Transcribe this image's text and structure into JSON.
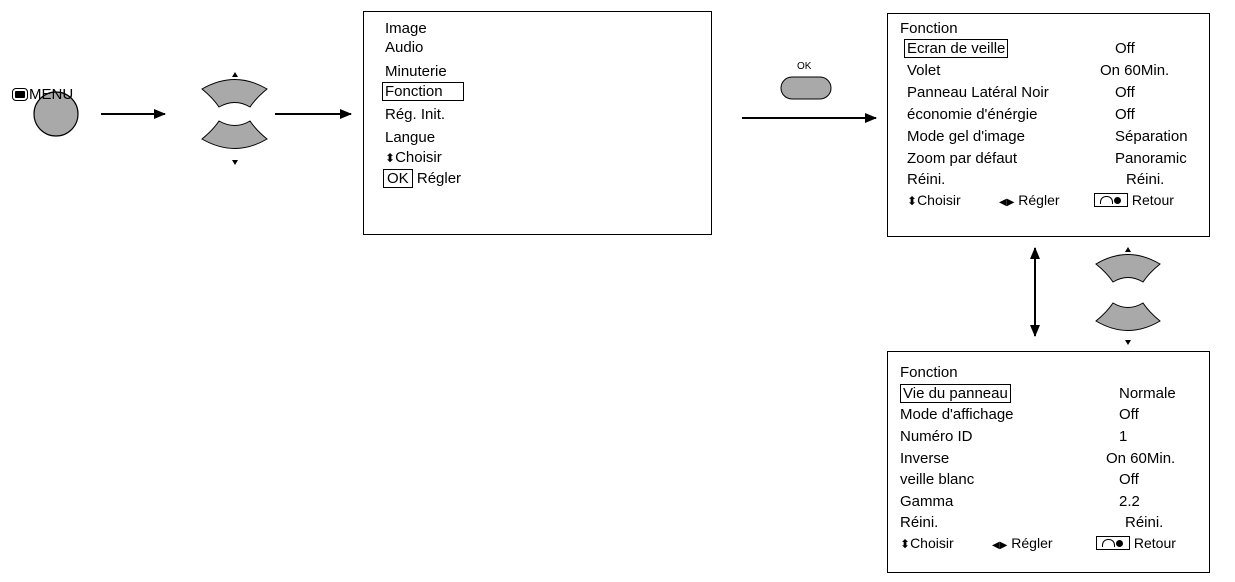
{
  "remote": {
    "menu_label": "MENU",
    "ok_label": "OK"
  },
  "main_menu": {
    "items": [
      "Image",
      "Audio",
      "Minuterie",
      "Fonction",
      "Rég. Init.",
      "Langue"
    ],
    "hint_select": "Choisir",
    "hint_ok_key": "OK",
    "hint_ok": "Régler"
  },
  "fonction_page1": {
    "title": "Fonction",
    "rows": [
      {
        "label": "Ecran de veille",
        "value": "Off"
      },
      {
        "label": "Volet",
        "value": "On  60Min."
      },
      {
        "label": "Panneau Latéral Noir",
        "value": "Off"
      },
      {
        "label": "économie d'énérgie",
        "value": "Off"
      },
      {
        "label": "Mode gel d'image",
        "value": "Séparation"
      },
      {
        "label": "Zoom par défaut",
        "value": "Panoramic"
      },
      {
        "label": "Réini.",
        "value": "Réini."
      }
    ],
    "hint_select": "Choisir",
    "hint_adjust": "Régler",
    "hint_return": "Retour"
  },
  "fonction_page2": {
    "title": "Fonction",
    "rows": [
      {
        "label": "Vie du panneau",
        "value": "Normale"
      },
      {
        "label": "Mode d'affichage",
        "value": "Off"
      },
      {
        "label": "Numéro ID",
        "value": "1"
      },
      {
        "label": "Inverse",
        "value": "On  60Min."
      },
      {
        "label": "veille blanc",
        "value": "Off"
      },
      {
        "label": "Gamma",
        "value": "2.2"
      },
      {
        "label": "Réini.",
        "value": "Réini."
      }
    ],
    "hint_select": "Choisir",
    "hint_adjust": "Régler",
    "hint_return": "Retour"
  }
}
